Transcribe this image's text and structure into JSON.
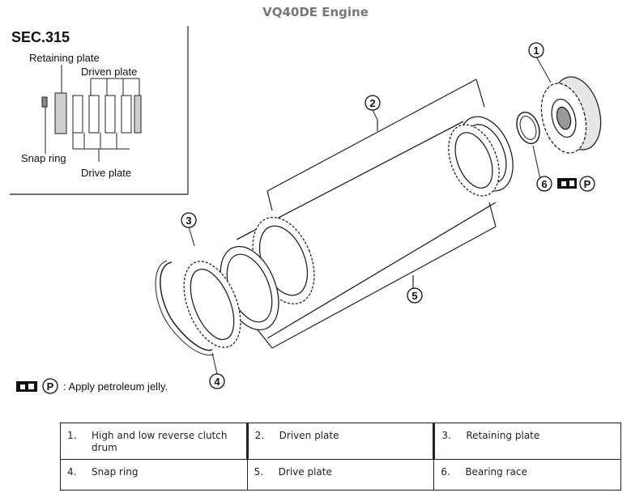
{
  "header": {
    "title": "VQ40DE Engine"
  },
  "inset": {
    "section": "SEC.315",
    "labels": {
      "retaining_plate": "Retaining plate",
      "driven_plate": "Driven plate",
      "snap_ring": "Snap ring",
      "drive_plate": "Drive plate"
    }
  },
  "callouts": [
    "1",
    "2",
    "3",
    "4",
    "5",
    "6"
  ],
  "symbol": {
    "letter": "P"
  },
  "legend": {
    "text": ": Apply petroleum jelly."
  },
  "parts": [
    {
      "num": "1.",
      "name": "High and low reverse clutch drum"
    },
    {
      "num": "2.",
      "name": "Driven plate"
    },
    {
      "num": "3.",
      "name": "Retaining plate"
    },
    {
      "num": "4.",
      "name": "Snap ring"
    },
    {
      "num": "5.",
      "name": "Drive plate"
    },
    {
      "num": "6.",
      "name": "Bearing race"
    }
  ]
}
